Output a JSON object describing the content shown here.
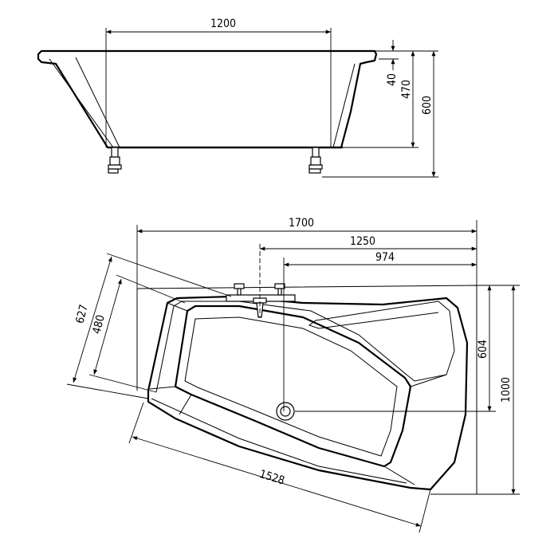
{
  "dimensions": {
    "side_width": "1200",
    "rim_height": "40",
    "inner_depth": "470",
    "total_height": "600",
    "total_length": "1700",
    "drain_offset_1250": "1250",
    "drain_offset_974": "974",
    "left_width_627": "627",
    "left_inner_480": "480",
    "right_inner_604": "604",
    "total_width": "1000",
    "front_length": "1528"
  }
}
